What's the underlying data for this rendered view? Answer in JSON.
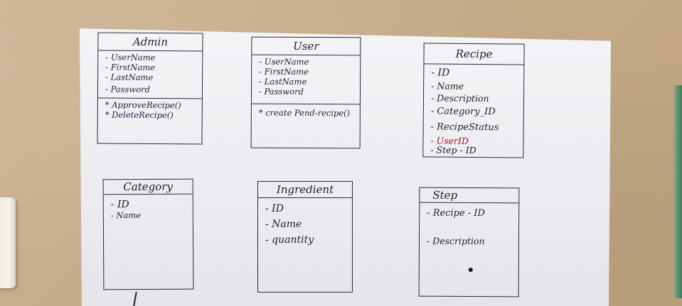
{
  "classes": {
    "admin": {
      "title": "Admin",
      "attributes": [
        "- UserName",
        "- FirstName",
        "- LastName",
        "- Password"
      ],
      "methods": [
        "* ApproveRecipe()",
        "* DeleteRecipe()"
      ]
    },
    "user": {
      "title": "User",
      "attributes": [
        "- UserName",
        "- FirstName",
        "- LastName",
        "- Password"
      ],
      "methods": [
        "* create Pend-recipe()"
      ]
    },
    "recipe": {
      "title": "Recipe",
      "attributes": [
        "- ID",
        "- Name",
        "- Description",
        "- Category_ID",
        "- RecipeStatus",
        "- UserID",
        "- Step - ID"
      ]
    },
    "category": {
      "title": "Category",
      "attributes": [
        "- ID",
        "- Name"
      ]
    },
    "ingredient": {
      "title": "Ingredient",
      "attributes": [
        "- ID",
        "- Name",
        "- quantity"
      ]
    },
    "step": {
      "title": "Step",
      "attributes": [
        "- Recipe - ID",
        "- Description"
      ]
    }
  }
}
